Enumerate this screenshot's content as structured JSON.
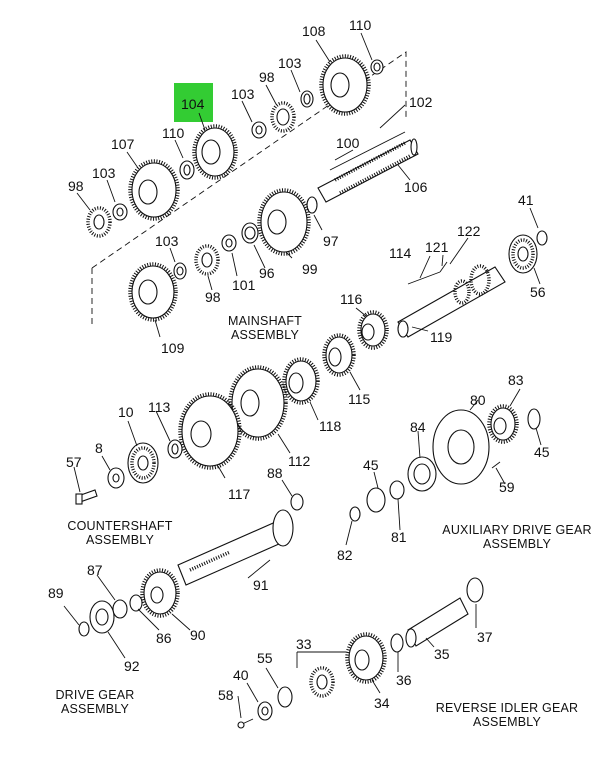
{
  "highlight": {
    "label": "104",
    "color": "#33cc33"
  },
  "callouts": {
    "c108": "108",
    "c110a": "110",
    "c98a": "98",
    "c103a": "103",
    "c104": "104",
    "c103b": "103",
    "c102": "102",
    "c107": "107",
    "c110b": "110",
    "c100": "100",
    "c103c": "103",
    "c98b": "98",
    "c106": "106",
    "c97": "97",
    "c103d": "103",
    "c98c": "98",
    "c101": "101",
    "c96": "96",
    "c99": "99",
    "c109": "109",
    "c41": "41",
    "c122": "122",
    "c114": "114",
    "c121": "121",
    "c56": "56",
    "c116": "116",
    "c119": "119",
    "c115": "115",
    "c118": "118",
    "c112": "112",
    "c117": "117",
    "c113": "113",
    "c10": "10",
    "c8": "8",
    "c57": "57",
    "c88": "88",
    "c91": "91",
    "c83": "83",
    "c80": "80",
    "c84": "84",
    "c45a": "45",
    "c45b": "45",
    "c59": "59",
    "c81": "81",
    "c82": "82",
    "c87": "87",
    "c89": "89",
    "c86": "86",
    "c90": "90",
    "c92": "92",
    "c33": "33",
    "c37": "37",
    "c40": "40",
    "c55": "55",
    "c36": "36",
    "c35": "35",
    "c58": "58",
    "c34": "34"
  },
  "captions": {
    "mainshaft": "MAINSHAFT\nASSEMBLY",
    "countershaft": "COUNTERSHAFT\nASSEMBLY",
    "auxiliary": "AUXILIARY DRIVE GEAR\nASSEMBLY",
    "drive_gear": "DRIVE GEAR\nASSEMBLY",
    "reverse_idler": "REVERSE IDLER GEAR\nASSEMBLY"
  }
}
